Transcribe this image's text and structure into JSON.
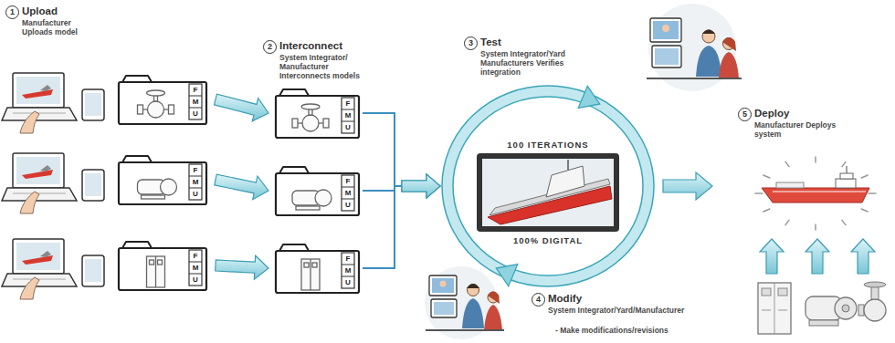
{
  "diagram": {
    "nodes": [
      {
        "text": [
          "F",
          "M",
          "U"
        ]
      },
      {
        "text": [
          "F",
          "M",
          "U"
        ]
      },
      {
        "text": [
          "F",
          "M",
          "U"
        ]
      },
      {
        "text": [
          "F",
          "M",
          "U"
        ]
      },
      {
        "text": [
          "F",
          "M",
          "U"
        ]
      },
      {
        "text": [
          "F",
          "M",
          "U"
        ]
      },
      {
        "text": [
          "100 ITERATIONS",
          "100% DIGITAL"
        ]
      }
    ],
    "edges": [
      {
        "from": 0,
        "to": 3,
        "arrow": "to"
      },
      {
        "from": 1,
        "to": 4,
        "arrow": "to"
      },
      {
        "from": 2,
        "to": 5,
        "arrow": "to"
      },
      {
        "from": 3,
        "to": 6,
        "arrow": "to"
      },
      {
        "from": 4,
        "to": 6,
        "arrow": "to"
      },
      {
        "from": 5,
        "to": 6,
        "arrow": "to"
      }
    ],
    "labels": [
      "1",
      "Upload",
      "Manufacturer Uploads model",
      "2",
      "Interconnect",
      "System Integrator/ Manufacturer Interconnects models",
      "3",
      "Test",
      "System Integrator/Yard Manufacturers Verifies integration",
      "4",
      "Modify",
      "System Integrator/Yard/Manufacturer",
      "- Make modifications/revisions",
      "5",
      "Deploy",
      "Manufacturer Deploys system"
    ]
  }
}
